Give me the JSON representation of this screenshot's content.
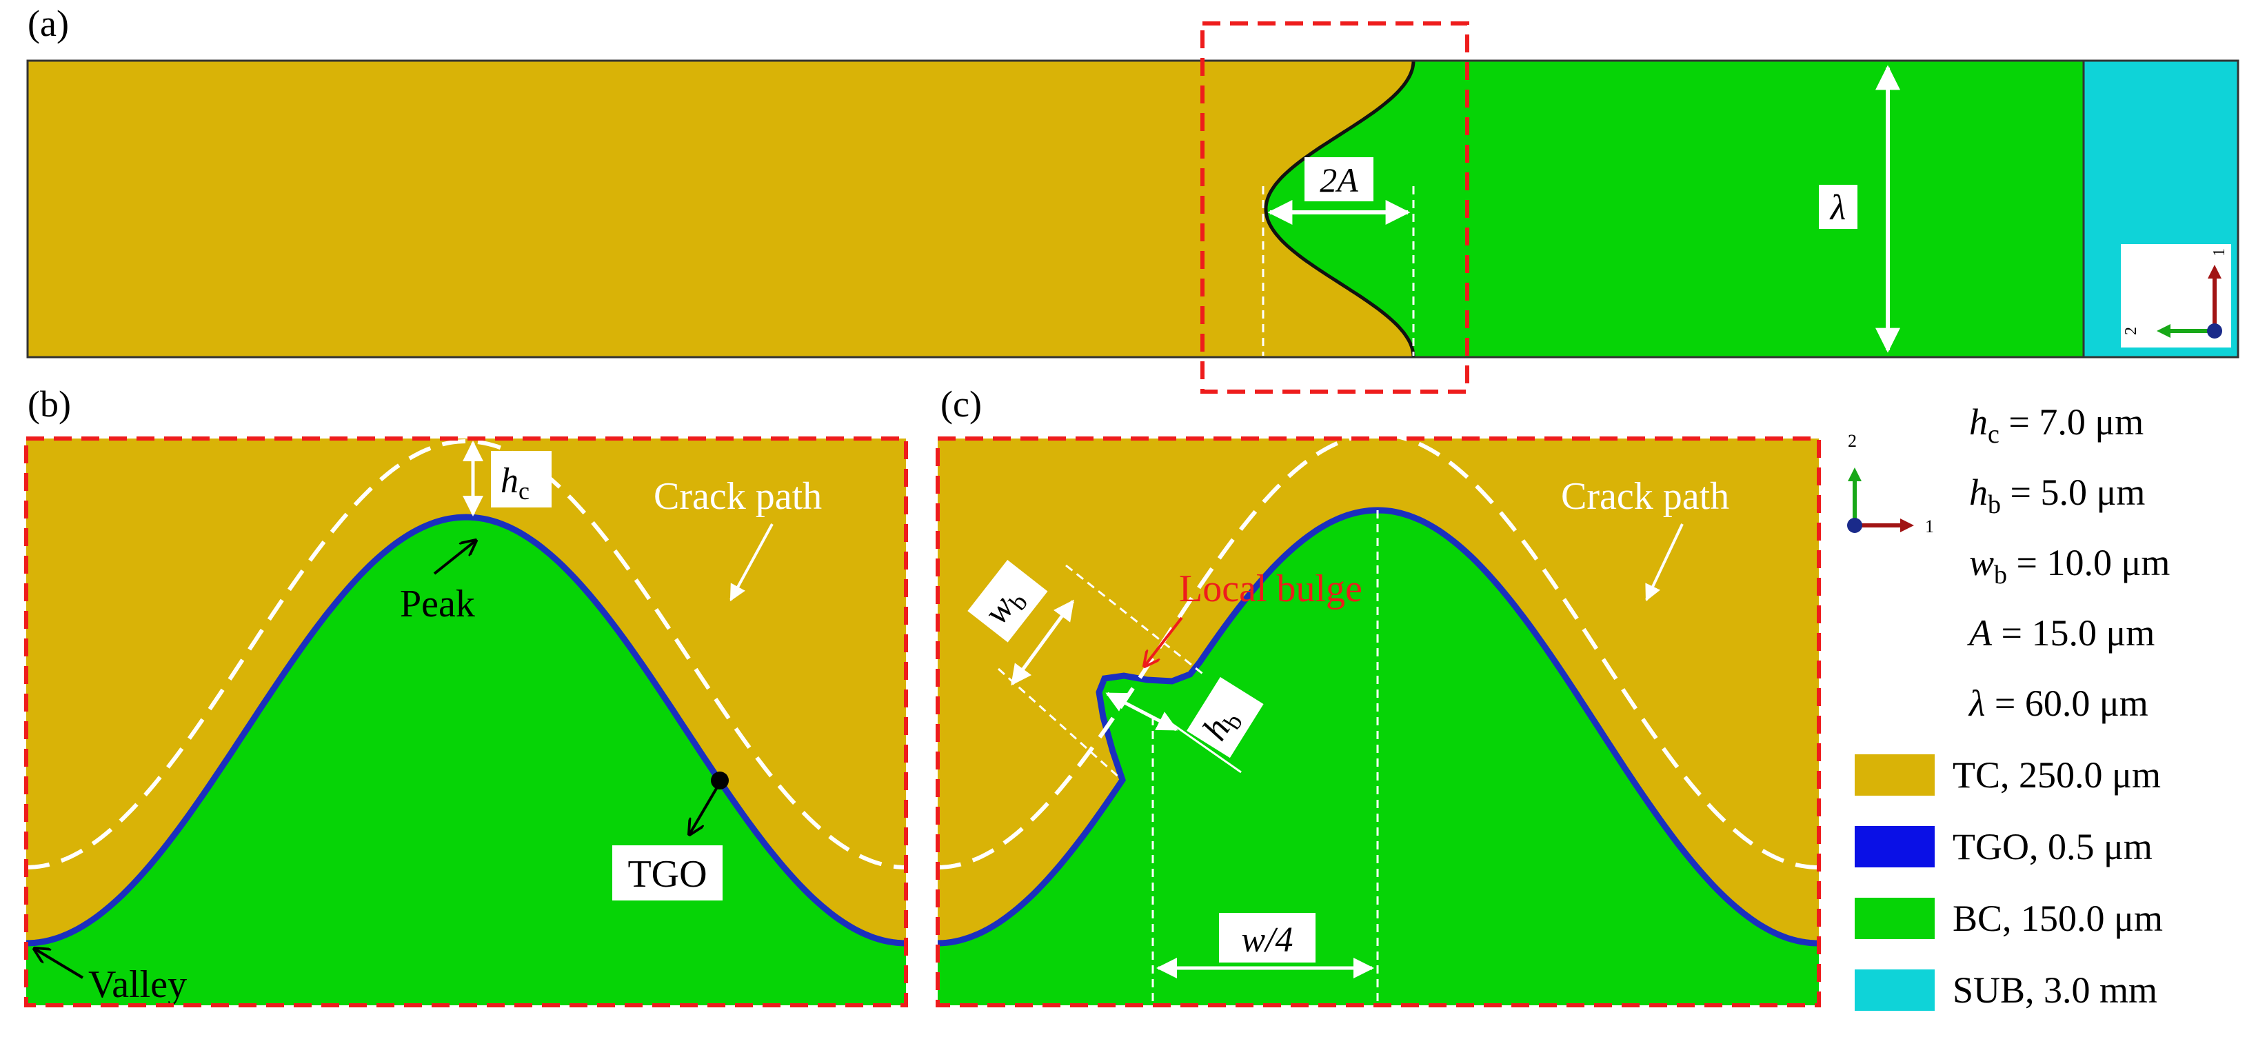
{
  "panels": {
    "a": "(a)",
    "b": "(b)",
    "c": "(c)"
  },
  "labels": {
    "two_a": "2A",
    "lambda": "λ",
    "hc_var": "h",
    "hc_sub": "c",
    "crack_path_b": "Crack path",
    "crack_path_c": "Crack path",
    "peak": "Peak",
    "valley": "Valley",
    "tgo": "TGO",
    "local_bulge": "Local bulge",
    "wb_var": "w",
    "wb_sub": "b",
    "hb_var": "h",
    "hb_sub": "b",
    "w4": "w/4",
    "axis_1": "1",
    "axis_2": "2"
  },
  "parameters": [
    {
      "var": "h",
      "sub": "c",
      "value": " = 7.0 μm"
    },
    {
      "var": "h",
      "sub": "b",
      "value": " = 5.0 μm"
    },
    {
      "var": "w",
      "sub": "b",
      "value": " = 10.0 μm"
    },
    {
      "var": "A",
      "sub": "",
      "value": " = 15.0 μm"
    },
    {
      "var": "λ",
      "sub": "",
      "value": " = 60.0 μm"
    }
  ],
  "legend": [
    {
      "label": "TC, 250.0 μm",
      "color": "#d9b307"
    },
    {
      "label": "TGO, 0.5 μm",
      "color": "#0a10e6"
    },
    {
      "label": "BC, 150.0 μm",
      "color": "#06d406"
    },
    {
      "label": "SUB, 3.0 mm",
      "color": "#0fd3d8"
    }
  ],
  "colors": {
    "tc": "#d9b307",
    "bc": "#06d406",
    "sub": "#0fd3d8",
    "tgo": "#1a2fbf",
    "dash_red": "#ee1c1c",
    "axis_red": "#a11414",
    "axis_green": "#18a818",
    "axis_blue": "#1a2a8a"
  }
}
